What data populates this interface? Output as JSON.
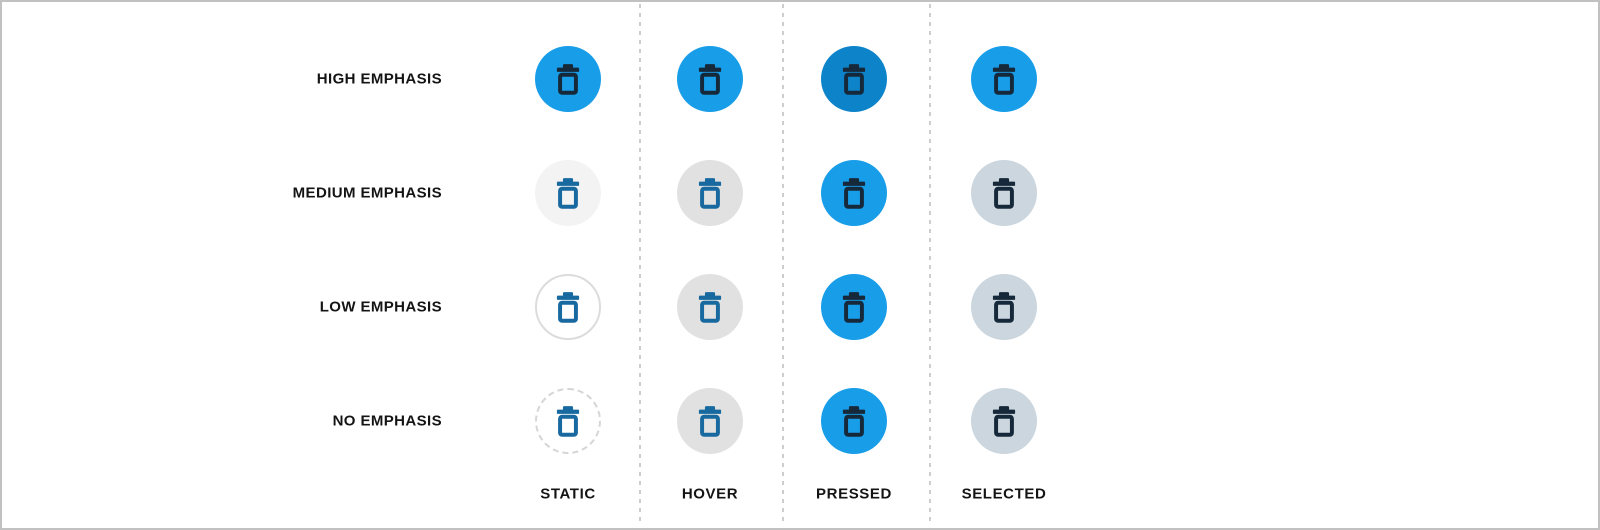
{
  "palette": {
    "blue": "#189DE9",
    "blue_dark": "#0D84C9",
    "navy": "#16293A",
    "blue_mid": "#17699F",
    "gray_light": "#F3F3F3",
    "gray_hover": "#E1E1E1",
    "blue_gray": "#CCD6DE",
    "ring_solid": "#DCDCDC",
    "ring_dash": "#D6D6D6",
    "white": "#FFFFFF"
  },
  "columns": [
    {
      "label": "STATIC"
    },
    {
      "label": "HOVER"
    },
    {
      "label": "PRESSED"
    },
    {
      "label": "SELECTED"
    }
  ],
  "rows": [
    {
      "label": "HIGH EMPHASIS",
      "cells": [
        {
          "state": "static",
          "bg": "blue",
          "icon": "navy",
          "ring": "none"
        },
        {
          "state": "hover",
          "bg": "blue",
          "icon": "navy",
          "ring": "none"
        },
        {
          "state": "pressed",
          "bg": "blue_dark",
          "icon": "navy",
          "ring": "none"
        },
        {
          "state": "selected",
          "bg": "blue",
          "icon": "navy",
          "ring": "none"
        }
      ]
    },
    {
      "label": "MEDIUM EMPHASIS",
      "cells": [
        {
          "state": "static",
          "bg": "gray_light",
          "icon": "blue_mid",
          "ring": "none"
        },
        {
          "state": "hover",
          "bg": "gray_hover",
          "icon": "blue_mid",
          "ring": "none"
        },
        {
          "state": "pressed",
          "bg": "blue",
          "icon": "navy",
          "ring": "none"
        },
        {
          "state": "selected",
          "bg": "blue_gray",
          "icon": "navy",
          "ring": "none"
        }
      ]
    },
    {
      "label": "LOW EMPHASIS",
      "cells": [
        {
          "state": "static",
          "bg": "white",
          "icon": "blue_mid",
          "ring": "solid",
          "ring_color": "ring_solid"
        },
        {
          "state": "hover",
          "bg": "gray_hover",
          "icon": "blue_mid",
          "ring": "none"
        },
        {
          "state": "pressed",
          "bg": "blue",
          "icon": "navy",
          "ring": "none"
        },
        {
          "state": "selected",
          "bg": "blue_gray",
          "icon": "navy",
          "ring": "none"
        }
      ]
    },
    {
      "label": "NO EMPHASIS",
      "cells": [
        {
          "state": "static",
          "bg": "white",
          "icon": "blue_mid",
          "ring": "dashed",
          "ring_color": "ring_dash"
        },
        {
          "state": "hover",
          "bg": "gray_hover",
          "icon": "blue_mid",
          "ring": "none"
        },
        {
          "state": "pressed",
          "bg": "blue",
          "icon": "navy",
          "ring": "none"
        },
        {
          "state": "selected",
          "bg": "blue_gray",
          "icon": "navy",
          "ring": "none"
        }
      ]
    }
  ]
}
